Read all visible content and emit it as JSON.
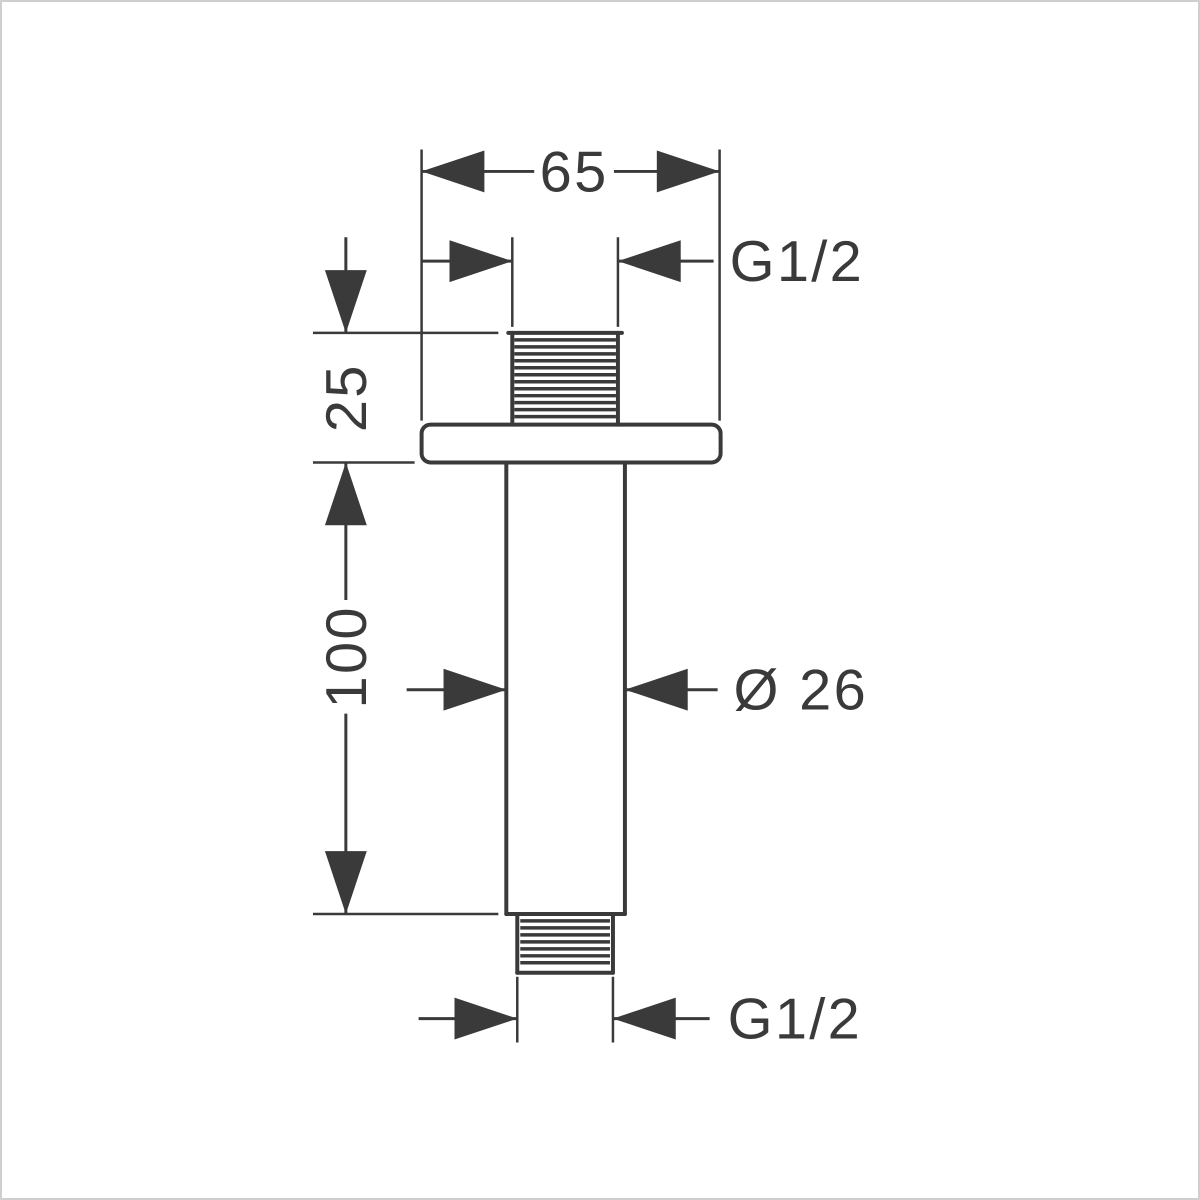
{
  "drawing": {
    "type": "technical_drawing",
    "labels": {
      "flange_diameter": "65",
      "top_thread": "G1/2",
      "exposed_length": "25",
      "pipe_length": "100",
      "pipe_diameter": "Ø 26",
      "bottom_thread": "G1/2"
    },
    "colors": {
      "line": "#3a3a3a",
      "frame": "#cfcfcf",
      "background": "#ffffff"
    }
  }
}
